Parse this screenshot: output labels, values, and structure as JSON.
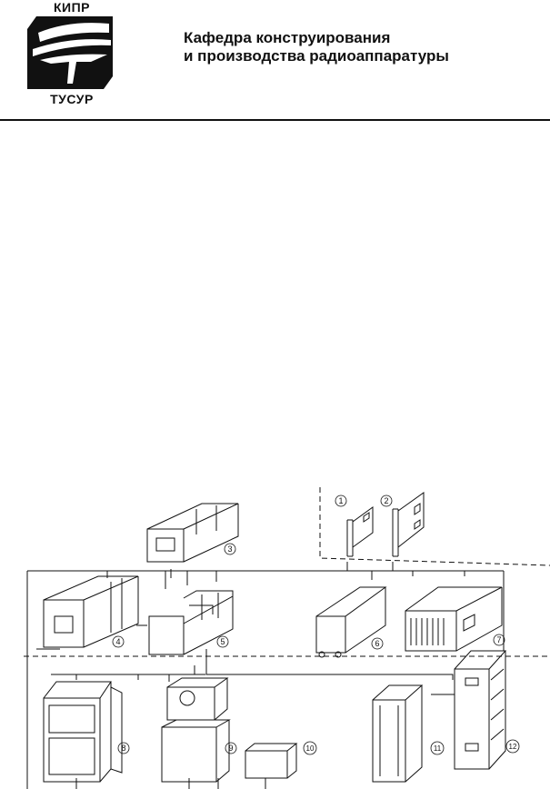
{
  "header": {
    "logo_top": "КИПР",
    "logo_bottom": "ТУСУР",
    "department_line1": "Кафедра конструирования",
    "department_line2": "и производства радиоаппаратуры"
  },
  "figure": {
    "labels": [
      "1",
      "2",
      "3",
      "4",
      "5",
      "6",
      "7",
      "8",
      "9",
      "10",
      "11",
      "12"
    ]
  }
}
